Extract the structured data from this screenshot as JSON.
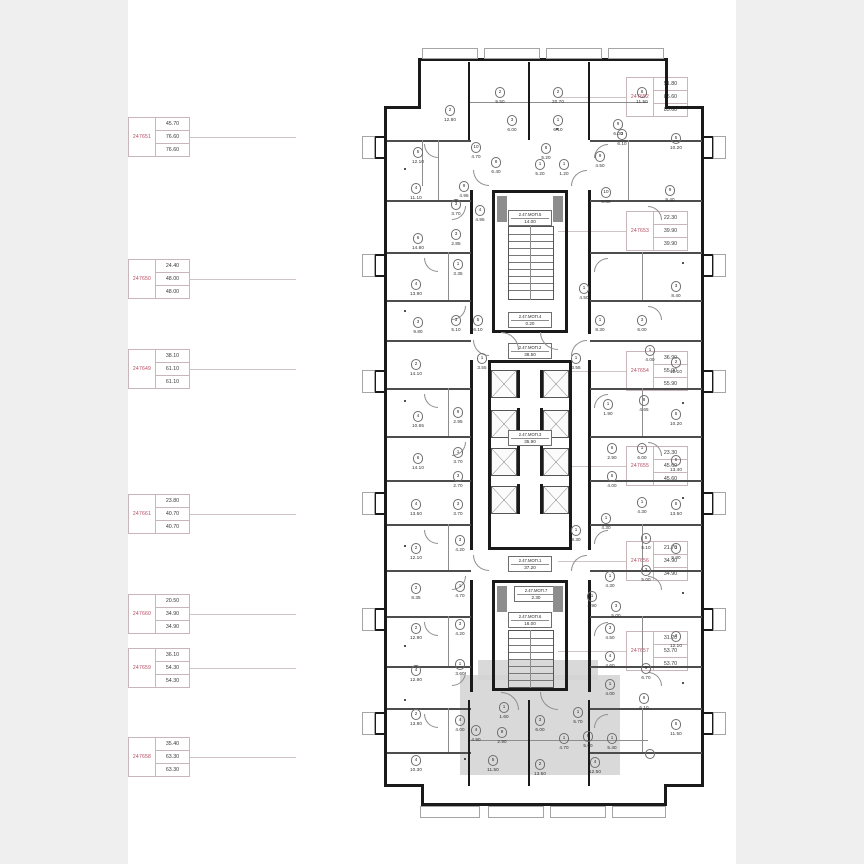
{
  "document": {
    "type": "floor-plan",
    "title": "Floor plan — level 47",
    "background_color": "#f0efef",
    "sheet_color": "#ffffff",
    "selection_fill": "#d2d2d2",
    "callout_id_color": "#b5485e"
  },
  "callouts_left": [
    {
      "id": "247651",
      "values": [
        "45.70",
        "76.60",
        "76.60"
      ]
    },
    {
      "id": "247650",
      "values": [
        "24.40",
        "48.00",
        "48.00"
      ]
    },
    {
      "id": "247649",
      "values": [
        "38.10",
        "61.10",
        "61.10"
      ]
    },
    {
      "id": "247661",
      "values": [
        "23.80",
        "40.70",
        "40.70"
      ]
    },
    {
      "id": "247660",
      "values": [
        "20.50",
        "34.90",
        "34.90"
      ]
    },
    {
      "id": "247659",
      "values": [
        "36.10",
        "54.30",
        "54.30"
      ]
    },
    {
      "id": "247658",
      "values": [
        "35.40",
        "63.30",
        "63.30"
      ]
    }
  ],
  "callouts_right": [
    {
      "id": "247652",
      "values": [
        "51.80",
        "85.60",
        "85.60"
      ]
    },
    {
      "id": "247653",
      "values": [
        "22.30",
        "39.90",
        "39.90"
      ]
    },
    {
      "id": "247654",
      "values": [
        "36.90",
        "55.90",
        "55.90"
      ]
    },
    {
      "id": "247655",
      "values": [
        "23.30",
        "45.60",
        "45.60"
      ]
    },
    {
      "id": "247656",
      "values": [
        "21.70",
        "34.90",
        "34.90"
      ]
    },
    {
      "id": "247657",
      "values": [
        "31.20",
        "53.70",
        "53.70"
      ]
    }
  ],
  "common_areas": [
    {
      "name": "2.47.МОП.5",
      "area": "14.00"
    },
    {
      "name": "2.47.МОП.4",
      "area": "0.20"
    },
    {
      "name": "2.47.МОП.2",
      "area": "38.50"
    },
    {
      "name": "2.47.МОП.3",
      "area": "35.90"
    },
    {
      "name": "2.47.МОП.1",
      "area": "37.20"
    },
    {
      "name": "2.47.МОП.7",
      "area": "2.30"
    },
    {
      "name": "2.47.МОП.6",
      "area": "16.00"
    }
  ],
  "rooms": [
    {
      "n": "2",
      "a": "12.80"
    },
    {
      "n": "2",
      "a": "9.50"
    },
    {
      "n": "2",
      "a": "20.70"
    },
    {
      "n": "6",
      "a": "11.50"
    },
    {
      "n": "5",
      "a": "12.10"
    },
    {
      "n": "10",
      "a": "4.70"
    },
    {
      "n": "3",
      "a": "6.00"
    },
    {
      "n": "1",
      "a": "6.10"
    },
    {
      "n": "3",
      "a": "6.10"
    },
    {
      "n": "8",
      "a": "5.20"
    },
    {
      "n": "9",
      "a": "6.00"
    },
    {
      "n": "5",
      "a": "10.20"
    },
    {
      "n": "4",
      "a": "11.10"
    },
    {
      "n": "9",
      "a": "4.95"
    },
    {
      "n": "8",
      "a": "6.40"
    },
    {
      "n": "1",
      "a": "5.20"
    },
    {
      "n": "1",
      "a": "1.20"
    },
    {
      "n": "9",
      "a": "4.50"
    },
    {
      "n": "4",
      "a": "4.95"
    },
    {
      "n": "3",
      "a": "3.70"
    },
    {
      "n": "10",
      "a": "8.80"
    },
    {
      "n": "9",
      "a": "9.40"
    },
    {
      "n": "6",
      "a": "14.80"
    },
    {
      "n": "3",
      "a": "2.85"
    },
    {
      "n": "1",
      "a": "3.35"
    },
    {
      "n": "4",
      "a": "13.90"
    },
    {
      "n": "3",
      "a": "9.80"
    },
    {
      "n": "3",
      "a": "5.10"
    },
    {
      "n": "5",
      "a": "6.10"
    },
    {
      "n": "1",
      "a": "4.50"
    },
    {
      "n": "1",
      "a": "8.30"
    },
    {
      "n": "3",
      "a": "6.00"
    },
    {
      "n": "3",
      "a": "8.40"
    },
    {
      "n": "2",
      "a": "14.10"
    },
    {
      "n": "1",
      "a": "4.00"
    },
    {
      "n": "2",
      "a": "12.10"
    },
    {
      "n": "1",
      "a": "3.55"
    },
    {
      "n": "1",
      "a": "3.55"
    },
    {
      "n": "4",
      "a": "10.65"
    },
    {
      "n": "9",
      "a": "2.95"
    },
    {
      "n": "1",
      "a": "1.90"
    },
    {
      "n": "8",
      "a": "4.65"
    },
    {
      "n": "5",
      "a": "10.20"
    },
    {
      "n": "6",
      "a": "14.10"
    },
    {
      "n": "1",
      "a": "3.70"
    },
    {
      "n": "6",
      "a": "2.90"
    },
    {
      "n": "1",
      "a": "6.00"
    },
    {
      "n": "5",
      "a": "13.40"
    },
    {
      "n": "5",
      "a": "4.00"
    },
    {
      "n": "1",
      "a": "4.30"
    },
    {
      "n": "3",
      "a": "2.70"
    },
    {
      "n": "3",
      "a": "3.70"
    },
    {
      "n": "4",
      "a": "13.50"
    },
    {
      "n": "5",
      "a": "13.50"
    },
    {
      "n": "1",
      "a": "4.30"
    },
    {
      "n": "2",
      "a": "12.10"
    },
    {
      "n": "3",
      "a": "4.20"
    },
    {
      "n": "1",
      "a": "8.30"
    },
    {
      "n": "5",
      "a": "5.10"
    },
    {
      "n": "2",
      "a": "9.80"
    },
    {
      "n": "3",
      "a": "5.00"
    },
    {
      "n": "1",
      "a": "4.30"
    },
    {
      "n": "2",
      "a": "8.35"
    },
    {
      "n": "1",
      "a": "4.70"
    },
    {
      "n": "1",
      "a": "4.90"
    },
    {
      "n": "3",
      "a": "5.00"
    },
    {
      "n": "2",
      "a": "12.90"
    },
    {
      "n": "3",
      "a": "4.20"
    },
    {
      "n": "3",
      "a": "4.50"
    },
    {
      "n": "2",
      "a": "12.10"
    },
    {
      "n": "4",
      "a": "4.60"
    },
    {
      "n": "4",
      "a": "12.80"
    },
    {
      "n": "1",
      "a": "3.60"
    },
    {
      "n": "1",
      "a": "4.00"
    },
    {
      "n": "6",
      "a": "6.70"
    },
    {
      "n": "6",
      "a": "6.10"
    },
    {
      "n": "2",
      "a": "13.80"
    },
    {
      "n": "4",
      "a": "4.00"
    },
    {
      "n": "1",
      "a": "1.60"
    },
    {
      "n": "4",
      "a": "4.90"
    },
    {
      "n": "9",
      "a": "2.90"
    },
    {
      "n": "3",
      "a": "6.00"
    },
    {
      "n": "1",
      "a": "5.70"
    },
    {
      "n": "8",
      "a": "5.60"
    },
    {
      "n": "1",
      "a": "4.70"
    },
    {
      "n": "1",
      "a": "5.40"
    },
    {
      "n": "3",
      "a": "3.90"
    },
    {
      "n": "6",
      "a": "2.90"
    },
    {
      "n": "5",
      "a": "10.20"
    },
    {
      "n": "5",
      "a": "11.50"
    },
    {
      "n": "2",
      "a": "13.50"
    },
    {
      "n": "4",
      "a": "12.50"
    },
    {
      "n": "4",
      "a": "10.30"
    },
    {
      "n": "4",
      "a": "12.30"
    }
  ],
  "selected_unit": {
    "highlighted": true,
    "rooms": [
      {
        "n": "5",
        "a": "11.50"
      },
      {
        "n": "2",
        "a": "13.50"
      },
      {
        "n": "4",
        "a": "12.50"
      },
      {
        "n": "3",
        "a": "6.00"
      },
      {
        "n": "1",
        "a": "1.60"
      },
      {
        "n": "4",
        "a": "4.90"
      },
      {
        "n": "9",
        "a": "2.90"
      },
      {
        "n": "1",
        "a": "5.70"
      },
      {
        "n": "8",
        "a": "5.60"
      },
      {
        "n": "1",
        "a": "5.40"
      },
      {
        "n": "1",
        "a": "4.70"
      }
    ]
  }
}
